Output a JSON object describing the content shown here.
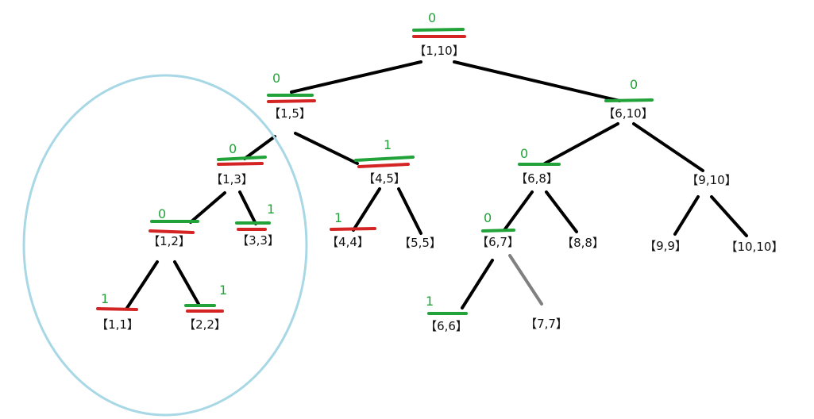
{
  "colors": {
    "edge": "#000000",
    "edge_muted": "#808080",
    "mark_green": "#22a33a",
    "mark_red": "#d42424",
    "circle": "#a8d8e6"
  },
  "nodes": [
    {
      "id": "n1-10",
      "label": "【1,10】",
      "mark": "0",
      "green": true,
      "red": true
    },
    {
      "id": "n1-5",
      "label": "【1,5】",
      "mark": "0",
      "green": true,
      "red": true
    },
    {
      "id": "n6-10",
      "label": "【6,10】",
      "mark": "0",
      "green": true,
      "red": false
    },
    {
      "id": "n1-3",
      "label": "【1,3】",
      "mark": "0",
      "green": true,
      "red": true
    },
    {
      "id": "n4-5",
      "label": "【4,5】",
      "mark": "1",
      "green": true,
      "red": true
    },
    {
      "id": "n6-8",
      "label": "【6,8】",
      "mark": "0",
      "green": true,
      "red": false
    },
    {
      "id": "n9-10",
      "label": "【9,10】",
      "mark": "",
      "green": false,
      "red": false
    },
    {
      "id": "n1-2",
      "label": "【1,2】",
      "mark": "0",
      "green": true,
      "red": true
    },
    {
      "id": "n3-3",
      "label": "【3,3】",
      "mark": "1",
      "green": true,
      "red": true
    },
    {
      "id": "n4-4",
      "label": "【4,4】",
      "mark": "1",
      "green": false,
      "red": true
    },
    {
      "id": "n5-5",
      "label": "【5,5】",
      "mark": "",
      "green": false,
      "red": false
    },
    {
      "id": "n6-7",
      "label": "【6,7】",
      "mark": "0",
      "green": true,
      "red": false
    },
    {
      "id": "n8-8",
      "label": "【8,8】",
      "mark": "",
      "green": false,
      "red": false
    },
    {
      "id": "n9-9",
      "label": "【9,9】",
      "mark": "",
      "green": false,
      "red": false
    },
    {
      "id": "n10-10",
      "label": "【10,10】",
      "mark": "",
      "green": false,
      "red": false
    },
    {
      "id": "n1-1",
      "label": "【1,1】",
      "mark": "1",
      "green": false,
      "red": true
    },
    {
      "id": "n2-2",
      "label": "【2,2】",
      "mark": "1",
      "green": true,
      "red": true
    },
    {
      "id": "n6-6",
      "label": "【6,6】",
      "mark": "1",
      "green": true,
      "red": false
    },
    {
      "id": "n7-7",
      "label": "【7,7】",
      "mark": "",
      "green": false,
      "red": false
    }
  ],
  "edges": [
    {
      "from": "n1-10",
      "to": "n1-5",
      "muted": false
    },
    {
      "from": "n1-10",
      "to": "n6-10",
      "muted": false
    },
    {
      "from": "n1-5",
      "to": "n1-3",
      "muted": false
    },
    {
      "from": "n1-5",
      "to": "n4-5",
      "muted": false
    },
    {
      "from": "n6-10",
      "to": "n6-8",
      "muted": false
    },
    {
      "from": "n6-10",
      "to": "n9-10",
      "muted": false
    },
    {
      "from": "n1-3",
      "to": "n1-2",
      "muted": false
    },
    {
      "from": "n1-3",
      "to": "n3-3",
      "muted": false
    },
    {
      "from": "n4-5",
      "to": "n4-4",
      "muted": false
    },
    {
      "from": "n4-5",
      "to": "n5-5",
      "muted": false
    },
    {
      "from": "n6-8",
      "to": "n6-7",
      "muted": false
    },
    {
      "from": "n6-8",
      "to": "n8-8",
      "muted": false
    },
    {
      "from": "n9-10",
      "to": "n9-9",
      "muted": false
    },
    {
      "from": "n9-10",
      "to": "n10-10",
      "muted": false
    },
    {
      "from": "n1-2",
      "to": "n1-1",
      "muted": false
    },
    {
      "from": "n1-2",
      "to": "n2-2",
      "muted": false
    },
    {
      "from": "n6-7",
      "to": "n6-6",
      "muted": false
    },
    {
      "from": "n6-7",
      "to": "n7-7",
      "muted": true
    }
  ]
}
